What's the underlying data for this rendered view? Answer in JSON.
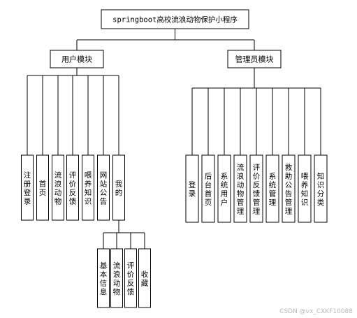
{
  "root": {
    "label": "springboot高校流浪动物保护小程序"
  },
  "modules": [
    {
      "label": "用户模块",
      "children": [
        {
          "label": "注册登录"
        },
        {
          "label": "首页"
        },
        {
          "label": "流浪动物"
        },
        {
          "label": "评价反馈"
        },
        {
          "label": "喂养知识"
        },
        {
          "label": "网站公告"
        },
        {
          "label": "我的",
          "children": [
            {
              "label": "基本信息"
            },
            {
              "label": "流浪动物"
            },
            {
              "label": "评价反馈"
            },
            {
              "label": "收藏"
            }
          ]
        }
      ]
    },
    {
      "label": "管理员模块",
      "children": [
        {
          "label": "登录"
        },
        {
          "label": "后台首页"
        },
        {
          "label": "系统用户"
        },
        {
          "label": "流浪动物管理"
        },
        {
          "label": "评价反馈管理"
        },
        {
          "label": "系统管理"
        },
        {
          "label": "救助公告管理"
        },
        {
          "label": "喂养知识"
        },
        {
          "label": "知识分类"
        }
      ]
    }
  ],
  "watermark": "CSDN @vx_CXKF10088"
}
